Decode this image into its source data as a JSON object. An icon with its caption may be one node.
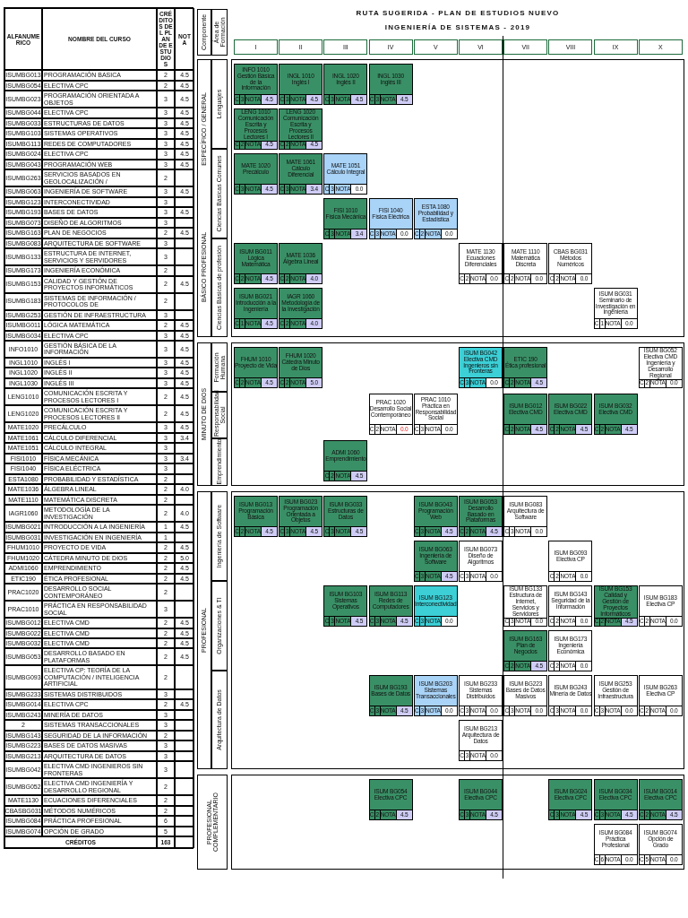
{
  "diagram": {
    "title": "RUTA SUGERIDA - PLAN DE ESTUDIOS NUEVO",
    "nodes": [
      {
        "text": [
          "Componente"
        ]
      },
      {
        "text": [
          "Área de Formación"
        ]
      },
      {
        "text": [
          "I"
        ]
      },
      {
        "text": [
          "II"
        ]
      },
      {
        "text": [
          "III"
        ]
      },
      {
        "text": [
          "IV"
        ]
      },
      {
        "text": [
          "V"
        ]
      },
      {
        "text": [
          "VI"
        ]
      },
      {
        "text": [
          "VII"
        ]
      },
      {
        "text": [
          "VIII"
        ]
      },
      {
        "text": [
          "IX"
        ]
      },
      {
        "text": [
          "X"
        ]
      },
      {
        "text": [
          "ESPECÍFICO / GENERAL",
          "BÁSICO PROFESIONAL"
        ]
      },
      {
        "text": [
          "Lenguajes"
        ]
      },
      {
        "text": [
          "Ciencias Básicas Comunes"
        ]
      },
      {
        "text": [
          "Ciencias Básicas de profesión"
        ]
      },
      {
        "text": [
          "MINUTO DE DIOS"
        ]
      },
      {
        "text": [
          "Formación Humana"
        ]
      },
      {
        "text": [
          "Responsabilidad Social"
        ]
      },
      {
        "text": [
          "Emprendimiento"
        ]
      },
      {
        "text": [
          "PROFESIONAL"
        ]
      },
      {
        "text": [
          "Ingeniería de Software"
        ]
      },
      {
        "text": [
          "Organizaciones & TI"
        ]
      },
      {
        "text": [
          "Arquitectura de Datos"
        ]
      },
      {
        "text": [
          "PROFESIONAL COMPLEMENTARIO"
        ]
      },
      {
        "text": [
          "INFO 1010",
          "Gestión Básica de la Información",
          "C",
          "3",
          "NOTA",
          "4.5"
        ]
      },
      {
        "text": [
          "INGL 1010",
          "Inglés I",
          "C",
          "3",
          "NOTA",
          "4.5"
        ]
      },
      {
        "text": [
          "INGL 1020",
          "Inglés II",
          "C",
          "3",
          "NOTA",
          "4.5"
        ]
      },
      {
        "text": [
          "INGL 1030",
          "Inglés III",
          "C",
          "3",
          "NOTA",
          "4.5"
        ]
      },
      {
        "text": [
          "LENG 1010",
          "Comunicación Escrita y Procesos Lectores I",
          "C",
          "2",
          "NOTA",
          "4.5"
        ]
      },
      {
        "text": [
          "LENG 1020",
          "Comunicación Escrita y Procesos Lectores II",
          "C",
          "2",
          "NOTA",
          "4.5"
        ]
      },
      {
        "text": [
          "MATE 1020",
          "Precálculo",
          "C",
          "3",
          "NOTA",
          "4.5"
        ]
      },
      {
        "text": [
          "MATE 1061",
          "Cálculo Diferencial",
          "C",
          "3",
          "NOTA",
          "3.4"
        ]
      },
      {
        "text": [
          "MATE 1051",
          "Cálculo Integral",
          "C",
          "3",
          "NOTA",
          "0.0"
        ]
      },
      {
        "text": [
          "FISI 1010",
          "Física Mecánica",
          "C",
          "3",
          "NOTA",
          "3.4"
        ]
      },
      {
        "text": [
          "FISI 1040",
          "Física Eléctrica",
          "C",
          "3",
          "NOTA",
          "0.0"
        ]
      },
      {
        "text": [
          "ESTA 1080",
          "Probabilidad y Estadística",
          "C",
          "2",
          "NOTA",
          "0.0"
        ]
      },
      {
        "text": [
          "ISUM BG011",
          "Lógica Matemática",
          "C",
          "2",
          "NOTA",
          "4.5"
        ]
      },
      {
        "text": [
          "MATE 1036",
          "Álgebra Lineal",
          "C",
          "2",
          "NOTA",
          "4.0"
        ]
      },
      {
        "text": [
          "MATE 1130",
          "Ecuaciones Diferenciales",
          "C",
          "2",
          "NOTA",
          "0.0"
        ]
      },
      {
        "text": [
          "MATE 1110",
          "Matemática Discreta",
          "C",
          "2",
          "NOTA",
          "0.0"
        ]
      },
      {
        "text": [
          "CBAS BG031",
          "Métodos Numéricos",
          "C",
          "2",
          "NOTA",
          "0.0"
        ]
      },
      {
        "text": [
          "ISUM BG021",
          "Introducción a la Ingeniería",
          "C",
          "1",
          "NOTA",
          "4.5"
        ]
      },
      {
        "text": [
          "IAGR 1060",
          "Metodología de la Investigación",
          "C",
          "2",
          "NOTA",
          "4.0"
        ]
      },
      {
        "text": [
          "ISUM BG031",
          "Seminario de Investigación en Ingeniería",
          "C",
          "1",
          "NOTA",
          "0.0"
        ]
      },
      {
        "text": [
          "FHUM 1010",
          "Proyecto de Vida",
          "C",
          "2",
          "NOTA",
          "4.5"
        ]
      },
      {
        "text": [
          "FHUM 1020",
          "Cátedra Minuto de Dios",
          "C",
          "2",
          "NOTA",
          "5.0"
        ]
      },
      {
        "text": [
          "ISUM BG042",
          "Electiva CMD Ingenieros sin Fronteras",
          "C",
          "3",
          "NOTA",
          "0.0"
        ]
      },
      {
        "text": [
          "ETIC 190",
          "Ética profesional",
          "C",
          "2",
          "NOTA",
          "4.5"
        ]
      },
      {
        "text": [
          "ISUM BG052",
          "Electiva CMD Ingeniería y Desarrollo Regional",
          "C",
          "2",
          "NOTA",
          "0.0"
        ]
      },
      {
        "text": [
          "PRAC 1020",
          "Desarrollo Social Contemporáneo",
          "C",
          "2",
          "NOTA",
          "0.0"
        ]
      },
      {
        "text": [
          "PRAC 1010",
          "Práctica en Responsabilidad Social",
          "C",
          "3",
          "NOTA",
          "0.0"
        ]
      },
      {
        "text": [
          "ISUM BG012",
          "Electiva CMD",
          "C",
          "2",
          "NOTA",
          "4.5"
        ]
      },
      {
        "text": [
          "ISUM BG022",
          "Electiva CMD",
          "C",
          "2",
          "NOTA",
          "4.5"
        ]
      },
      {
        "text": [
          "ISUM BG032",
          "Electiva CMD",
          "C",
          "2",
          "NOTA",
          "4.5"
        ]
      },
      {
        "text": [
          "ADMI 1060",
          "Emprendimiento",
          "C",
          "2",
          "NOTA",
          "4.5"
        ]
      },
      {
        "text": [
          "ISUM BG013",
          "Programación Básica",
          "C",
          "2",
          "NOTA",
          "4.5"
        ]
      },
      {
        "text": [
          "ISUM BG023",
          "Programación Orientada a Objetos",
          "C",
          "3",
          "NOTA",
          "4.5"
        ]
      },
      {
        "text": [
          "ISUM BG033",
          "Estructuras de Datos",
          "C",
          "3",
          "NOTA",
          "4.5"
        ]
      },
      {
        "text": [
          "ISUM BG043",
          "Programación Web",
          "C",
          "3",
          "NOTA",
          "4.5"
        ]
      },
      {
        "text": [
          "ISUM BG053",
          "Desarrollo Basado en Plataformas",
          "C",
          "2",
          "NOTA",
          "4.5"
        ]
      },
      {
        "text": [
          "ISUM BG083",
          "Arquitectura de Software",
          "C",
          "3",
          "NOTA",
          "0.0"
        ]
      },
      {
        "text": [
          "ISUM BG063",
          "Ingeniería de Software",
          "C",
          "3",
          "NOTA",
          "4.5"
        ]
      },
      {
        "text": [
          "ISUM BG073",
          "Diseño de Algoritmos",
          "C",
          "3",
          "NOTA",
          "0.0"
        ]
      },
      {
        "text": [
          "ISUM BG093",
          "Electiva CP",
          "C",
          "2",
          "NOTA",
          "0.0"
        ]
      },
      {
        "text": [
          "ISUM BG103",
          "Sistemas Operativos",
          "C",
          "3",
          "NOTA",
          "4.5"
        ]
      },
      {
        "text": [
          "ISUM BG113",
          "Redes de Computadores",
          "C",
          "3",
          "NOTA",
          "4.5"
        ]
      },
      {
        "text": [
          "ISUM BG123",
          "Interconectividad",
          "C",
          "3",
          "NOTA",
          "0.0"
        ]
      },
      {
        "text": [
          "ISUM BG133",
          "Estructura de Internet, Servicios y Servidores",
          "C",
          "3",
          "NOTA",
          "0.0"
        ]
      },
      {
        "text": [
          "ISUM BG143",
          "Seguridad de la Información",
          "C",
          "2",
          "NOTA",
          "0.0"
        ]
      },
      {
        "text": [
          "ISUM BG153",
          "Calidad y Gestión de Proyectos Informáticos",
          "C",
          "2",
          "NOTA",
          "4.5"
        ]
      },
      {
        "text": [
          "ISUM BG183",
          "Electiva CP",
          "C",
          "2",
          "NOTA",
          "0.0"
        ]
      },
      {
        "text": [
          "ISUM BG163",
          "Plan de Negocios",
          "C",
          "2",
          "NOTA",
          "4.5"
        ]
      },
      {
        "text": [
          "ISUM BG173",
          "Ingeniería Económica",
          "C",
          "2",
          "NOTA",
          "0.0"
        ]
      },
      {
        "text": [
          "ISUM BG193",
          "Bases de Datos",
          "C",
          "3",
          "NOTA",
          "4.5"
        ]
      },
      {
        "text": [
          "ISUM BG203",
          "Sistemas Transaccionales",
          "C",
          "3",
          "NOTA",
          "0.0"
        ]
      },
      {
        "text": [
          "ISUM BG233",
          "Sistemas Distribuidos",
          "C",
          "3",
          "NOTA",
          "0.0"
        ]
      },
      {
        "text": [
          "ISUM BG223",
          "Bases de Datos Masivos",
          "C",
          "3",
          "NOTA",
          "0.0"
        ]
      },
      {
        "text": [
          "ISUM BG243",
          "Minería de Datos",
          "C",
          "3",
          "NOTA",
          "0.0"
        ]
      },
      {
        "text": [
          "ISUM BG253",
          "Gestión de Infraestructura",
          "C",
          "3",
          "NOTA",
          "0.0"
        ]
      },
      {
        "text": [
          "ISUM BG263",
          "Electiva CP",
          "C",
          "2",
          "NOTA",
          "0.0"
        ]
      },
      {
        "text": [
          "ISUM BG213",
          "Arquitectura de Datos",
          "C",
          "3",
          "NOTA",
          "0.0"
        ]
      },
      {
        "text": [
          "ISUM BG054",
          "Electiva CPC",
          "C",
          "2",
          "NOTA",
          "4.5"
        ]
      },
      {
        "text": [
          "ISUM BG044",
          "Electiva CPC",
          "C",
          "3",
          "NOTA",
          "4.5"
        ]
      },
      {
        "text": [
          "ISUM BG024",
          "Electiva CPC",
          "C",
          "3",
          "NOTA",
          "4.5"
        ]
      },
      {
        "text": [
          "ISUM BG034",
          "Electiva CPC",
          "C",
          "3",
          "NOTA",
          "4.5"
        ]
      },
      {
        "text": [
          "ISUM BG014",
          "Electiva CPC",
          "C",
          "2",
          "NOTA",
          "4.5"
        ]
      },
      {
        "text": [
          "ISUM BG084",
          "Práctica Profesional",
          "C",
          "6",
          "NOTA",
          "0.0"
        ]
      },
      {
        "text": [
          "ISUM BG074",
          "Opción de Grado",
          "C",
          "5",
          "NOTA",
          "0.0"
        ]
      }
    ],
    "labels": [
      "INGENIERÍA DE SISTEMAS - 2019",
      "ALFANUMERICO",
      "NOMBRE DEL CURSO",
      "CRÉDITOS DEL PLAN DE ESTUDIOS",
      "NOTA",
      "ISUMBG013",
      "PROGRAMACIÓN BASICA",
      "2",
      "4.5",
      "ISUMBG054",
      "ELECTIVA CPC",
      "2",
      "4.5",
      "ISUMBG023",
      "PROGRAMACIÓN ORIENTADA A OBJETOS",
      "3",
      "4.5",
      "ISUMBG044",
      "ELECTIVA CPC",
      "3",
      "4.5",
      "ISUMBG033",
      "ESTRUCTURAS DE DATOS",
      "3",
      "4.5",
      "ISUMBG103",
      "SISTEMAS OPERATIVOS",
      "3",
      "4.5",
      "ISUMBG113",
      "REDES DE COMPUTADORES",
      "3",
      "4.5",
      "ISUMBG024",
      "ELECTIVA CPC",
      "3",
      "4.5",
      "ISUMBG043",
      "PROGRAMACIÓN WEB",
      "3",
      "4.5",
      "ISUMBG263",
      "SERVICIOS BASADOS EN GEOLOCALIZACIÓN /",
      "2",
      "ISUMBG063",
      "INGENIERÍA DE SOFTWARE",
      "3",
      "4.5",
      "ISUMBG123",
      "INTERCONECTIVIDAD",
      "3",
      "ISUMBG193",
      "BASES DE DATOS",
      "3",
      "4.5",
      "ISUMBG073",
      "DISEÑO DE ALGORITMOS",
      "3",
      "ISUMBG163",
      "PLAN DE NEGOCIOS",
      "2",
      "4.5",
      "ISUMBG083",
      "ARQUITECTURA DE SOFTWARE",
      "3",
      "ISUMBG133",
      "ESTRUCTURA DE INTERNET, SERVICIOS Y SERVIDORES",
      "3",
      "ISUMBG173",
      "INGENIERÍA ECONÓMICA",
      "2",
      "ISUMBG153",
      "CALIDAD Y GESTIÓN DE PROYECTOS INFORMÁTICOS",
      "2",
      "4.5",
      "ISUMBG183",
      "SISTEMAS DE INFORMACIÓN / PROTOCOLOS DE",
      "2",
      "ISUMBG253",
      "GESTIÓN DE INFRAESTRUCTURA",
      "3",
      "ISUMBG011",
      "LÓGICA MATEMÁTICA",
      "2",
      "4.5",
      "ISUMBG034",
      "ELECTIVA CPC",
      "3",
      "4.5",
      "INFO1010",
      "GESTIÓN BÁSICA DE LA INFORMACIÓN",
      "3",
      "4.5",
      "INGL1010",
      "INGLÉS I",
      "3",
      "4.5",
      "INGL1020",
      "INGLÉS II",
      "3",
      "4.5",
      "INGL1030",
      "INGLÉS III",
      "3",
      "4.5",
      "LENG1010",
      "COMUNICACIÓN ESCRITA Y PROCESOS LECTORES I",
      "2",
      "4.5",
      "LENG1020",
      "COMUNICACIÓN ESCRITA Y PROCESOS LECTORES II",
      "2",
      "4.5",
      "MATE1020",
      "PRECÁLCULO",
      "3",
      "4.5",
      "MATE1061",
      "CÁLCULO DIFERENCIAL",
      "3",
      "3.4",
      "MATE1051",
      "CÁLCULO INTEGRAL",
      "3",
      "FISI1010",
      "FÍSICA MECÁNICA",
      "3",
      "3.4",
      "FISI1040",
      "FÍSICA ELÉCTRICA",
      "3",
      "ESTA1080",
      "PROBABILIDAD Y ESTADÍSTICA",
      "2",
      "MATE1036",
      "ÁLGEBRA LINEAL",
      "2",
      "4.0",
      "MATE1110",
      "MATEMÁTICA DISCRETA",
      "2",
      "IAGR1060",
      "METODOLOGÍA DE LA INVESTIGACIÓN",
      "2",
      "4.0",
      "ISUMBG021",
      "INTRODUCCIÓN A LA INGENIERÍA",
      "1",
      "4.5",
      "ISUMBG031",
      "INVESTIGACIÓN EN INGENIERÍA",
      "1",
      "FHUM1010",
      "PROYECTO DE VIDA",
      "2",
      "4.5",
      "FHUM1020",
      "CÁTEDRA MINUTO DE DIOS",
      "2",
      "5.0",
      "ADMI1060",
      "EMPRENDIMIENTO",
      "2",
      "4.5",
      "ETIC190",
      "ÉTICA PROFESIONAL",
      "2",
      "4.5",
      "PRAC1020",
      "DESARROLLO SOCIAL CONTEMPORÁNEO",
      "2",
      "PRAC1010",
      "PRÁCTICA EN RESPONSABILIDAD SOCIAL",
      "3",
      "ISUMBG012",
      "ELECTIVA CMD",
      "2",
      "4.5",
      "ISUMBG022",
      "ELECTIVA CMD",
      "2",
      "4.5",
      "ISUMBG032",
      "ELECTIVA CMD",
      "2",
      "4.5",
      "ISUMBG053",
      "DESARROLLO BASADO EN PLATAFORMAS",
      "2",
      "4.5",
      "ISUMBG093",
      "ELECTIVA CP: TEORÍA DE LA COMPUTACIÓN / INTELIGENCIA ARTIFICIAL",
      "2",
      "ISUMBG233",
      "SISTEMAS DISTRIBUIDOS",
      "3",
      "ISUMBG014",
      "ELECTIVA CPC",
      "2",
      "4.5",
      "ISUMBG243",
      "MINERÍA DE DATOS",
      "3",
      "2",
      "SISTEMAS TRANSACCIONALES",
      "3",
      "ISUMBG143",
      "SEGURIDAD DE LA INFORMACIÓN",
      "2",
      "ISUMBG223",
      "BASES DE DATOS MASIVAS",
      "3",
      "ISUMBG213",
      "ARQUITECTURA DE DATOS",
      "3",
      "ISUMBG042",
      "ELECTIVA CMD INGENIEROS SIN FRONTERAS",
      "3",
      "ISUMBG052",
      "ELECTIVA CMD INGENIERÍA Y DESARROLLO REGIONAL",
      "2",
      "MATE1130",
      "ECUACIONES DIFERENCIALES",
      "2",
      "CBASBG031",
      "MÉTODOS NUMÉRICOS",
      "2",
      "ISUMBG084",
      "PRÁCTICA PROFESIONAL",
      "6",
      "ISUMBG074",
      "OPCIÓN DE GRADO",
      "5",
      "CRÉDITOS",
      "163"
    ]
  }
}
